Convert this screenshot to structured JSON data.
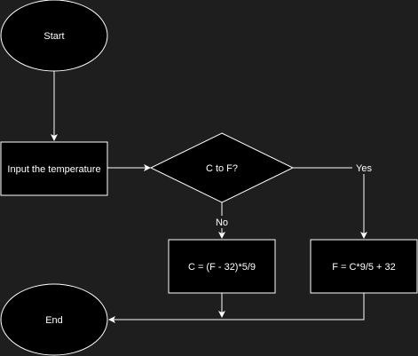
{
  "nodes": {
    "start": "Start",
    "input": "Input the temperature",
    "decision": "C to F?",
    "c_formula": "C = (F - 32)*5/9",
    "f_formula": "F = C*9/5 + 32",
    "end": "End"
  },
  "edge_labels": {
    "yes": "Yes",
    "no": "No"
  },
  "colors": {
    "background": "#1e1e1e",
    "shape_fill": "#000000",
    "stroke": "#ffffff",
    "text": "#ffffff"
  }
}
